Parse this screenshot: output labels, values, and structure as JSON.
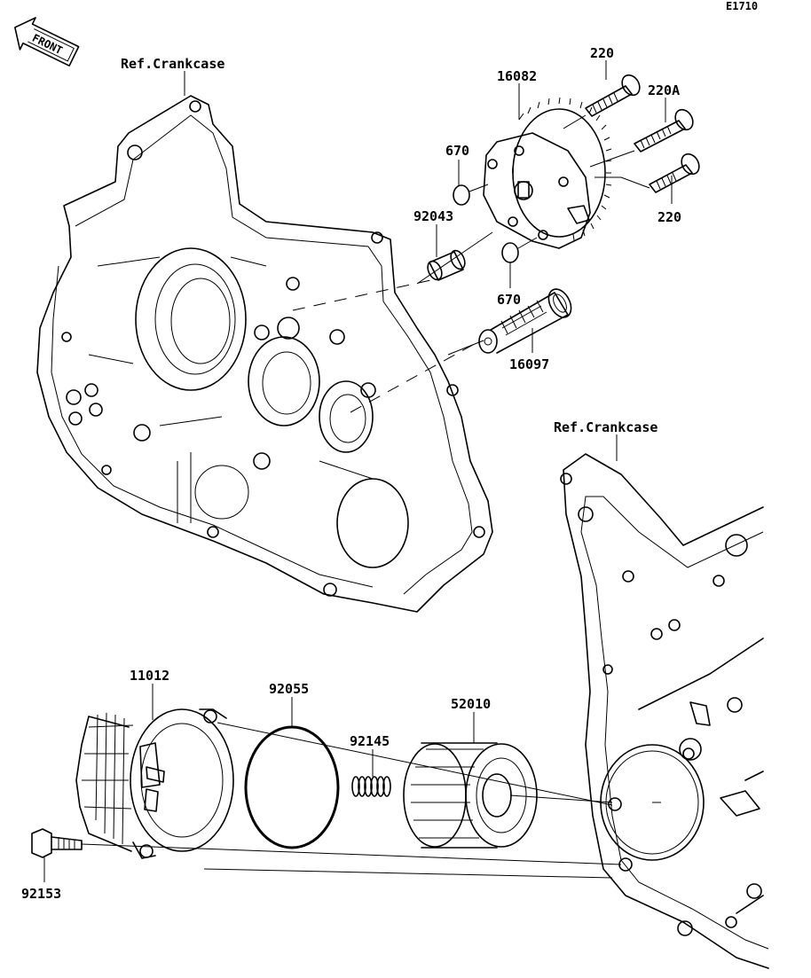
{
  "diagram": {
    "code": "E1710",
    "front_badge": "FRONT",
    "refs": [
      {
        "id": "ref-crankcase-upper",
        "text": "Ref.Crankcase"
      },
      {
        "id": "ref-crankcase-lower",
        "text": "Ref.Crankcase"
      }
    ],
    "parts": [
      {
        "id": "p-220-top",
        "number": "220"
      },
      {
        "id": "p-16082",
        "number": "16082"
      },
      {
        "id": "p-220a",
        "number": "220A"
      },
      {
        "id": "p-670-top",
        "number": "670"
      },
      {
        "id": "p-92043",
        "number": "92043"
      },
      {
        "id": "p-220-bottom",
        "number": "220"
      },
      {
        "id": "p-670-bottom",
        "number": "670"
      },
      {
        "id": "p-16097",
        "number": "16097"
      },
      {
        "id": "p-11012",
        "number": "11012"
      },
      {
        "id": "p-92055",
        "number": "92055"
      },
      {
        "id": "p-52010",
        "number": "52010"
      },
      {
        "id": "p-92145",
        "number": "92145"
      },
      {
        "id": "p-92153",
        "number": "92153"
      }
    ]
  }
}
